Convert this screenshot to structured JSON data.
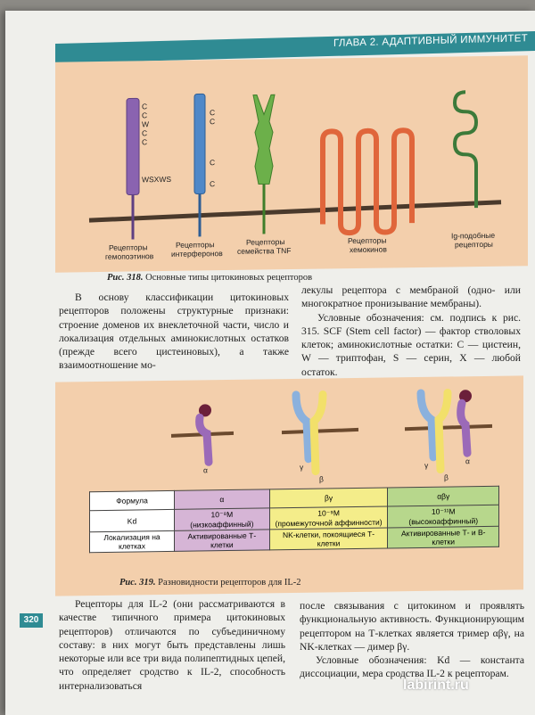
{
  "header": {
    "chapter": "ГЛАВА 2. АДАПТИВНЫЙ ИММУНИТЕТ"
  },
  "figure1": {
    "caption_num": "Рис. 318.",
    "caption_text": " Основные типы цитокиновых рецепторов",
    "labels": {
      "hemopoietin": [
        "Рецепторы",
        "гемопоэтинов"
      ],
      "interferon": [
        "Рецепторы",
        "интерферонов"
      ],
      "tnf": [
        "Рецепторы",
        "семейства TNF"
      ],
      "chemokine": [
        "Рецепторы",
        "хемокинов"
      ],
      "ig": [
        "Ig-подобные",
        "рецепторы"
      ]
    },
    "residues_hemo": [
      "C",
      "C",
      "W",
      "C",
      "C"
    ],
    "motif": "WSXWS",
    "residues_ifn": [
      "C",
      "C",
      "C",
      "C"
    ]
  },
  "text_left_1": "В основу классификации цитокиновых рецепторов положены структурные признаки: строение доменов их внеклеточной части, число и локализация отдельных аминокислотных остатков (прежде всего цистеиновых), а также взаимоотношение мо-",
  "text_right_1a": "лекулы рецептора с мембраной (одно- или многократное пронизывание мембраны).",
  "text_right_1b": "Условные обозначения: см. подпись к рис. 315. SCF (Stem cell factor) — фактор стволовых клеток; аминокислотные остатки: C — цистеин, W — триптофан, S — серин, X — любой остаток.",
  "figure2": {
    "caption_num": "Рис. 319.",
    "caption_text": " Разновидности рецепторов для IL-2",
    "chain_labels": {
      "alpha": "α",
      "gamma": "γ",
      "beta": "β"
    },
    "table": {
      "formula_label": "Формула",
      "f1": "α",
      "f2": "βγ",
      "f3": "αβγ",
      "kd_label": "Kd",
      "kd1": "10⁻⁸M",
      "kd1_note": "(низкоаффинный)",
      "kd2": "10⁻⁹M",
      "kd2_note": "(промежуточной аффинности)",
      "kd3": "10⁻¹¹M",
      "kd3_note": "(высокоаффинный)",
      "loc_label": "Локализация на клетках",
      "loc1": "Активированные Т-клетки",
      "loc2": "NK-клетки, покоящиеся Т-клетки",
      "loc3": "Активированные Т- и В-клетки"
    }
  },
  "text_left_2": "Рецепторы для IL-2 (они рассматриваются в качестве типичного примера цитокиновых рецепторов) отличаются по субъединичному составу: в них могут быть представлены лишь некоторые или все три вида полипептидных цепей, что определяет сродство к IL-2, способность интернализоваться",
  "text_right_2a": "после связывания с цитокином и проявлять функциональную активность. Функционирующим рецептором на Т-клетках является тример αβγ, на NK-клетках — димер βγ.",
  "text_right_2b": "Условные обозначения: Kd — константа диссоциации, мера сродства IL-2 к рецепторам.",
  "page_number": "320",
  "watermark": "labirint.ru",
  "colors": {
    "accent": "#2f8b93",
    "figure_bg": "#f3cfac",
    "hemo": "#8a63b0",
    "ifn": "#4f88c8",
    "tnf": "#6cb04a",
    "chemo": "#e0663b",
    "ig": "#3c7a3a"
  }
}
